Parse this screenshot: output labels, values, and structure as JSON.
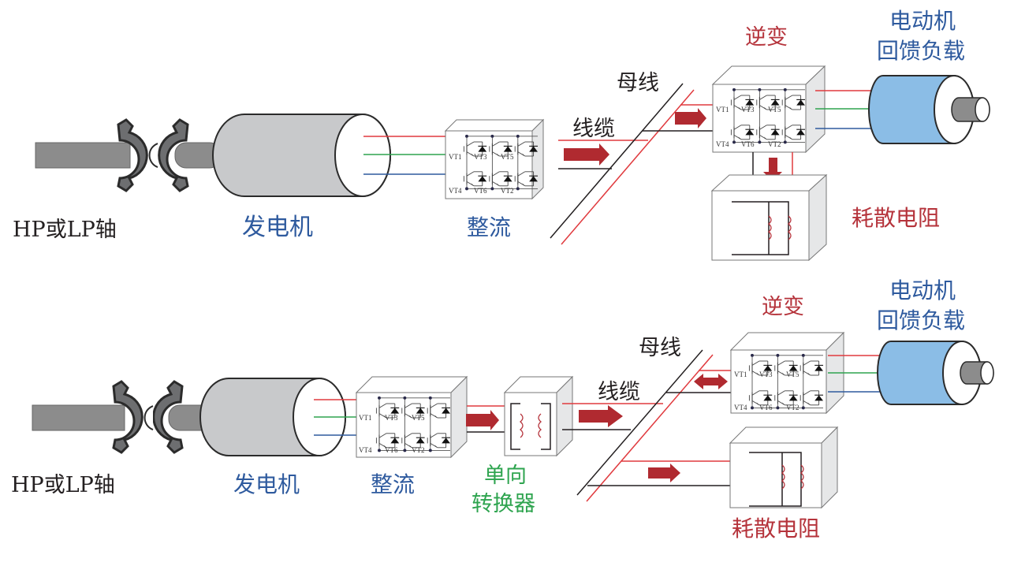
{
  "colors": {
    "phase_a": "#e03a3e",
    "phase_b": "#2ea44f",
    "phase_c": "#2e5a9e",
    "dc_pos": "#e03a3e",
    "dc_neg": "#231f20",
    "arrow": "#b02a30",
    "generator_body": "#c8c9cb",
    "motor_body": "#8bbde6",
    "shaft": "#8c8c8c",
    "gear": "#6d6e70",
    "label_black": "#231f20",
    "label_blue": "#2e5a9e",
    "label_red": "#b5333b",
    "label_green": "#2ea44f"
  },
  "icons": {
    "gear": "gear-coupling-icon",
    "generator": "cylinder-generator-icon",
    "motor": "cylinder-motor-icon",
    "rectifier": "igbt-bridge-icon",
    "inverter": "igbt-bridge-icon",
    "resistor": "coil-resistor-icon",
    "converter": "transformer-icon",
    "arrow": "power-flow-arrow-icon"
  },
  "switch_labels": [
    "VT1",
    "VT3",
    "VT5",
    "VT4",
    "VT6",
    "VT2"
  ],
  "top": {
    "shaft": "HP或LP轴",
    "generator": "发电机",
    "rectifier": "整流",
    "cable": "线缆",
    "busbar": "母线",
    "inverter": "逆变",
    "motor_line1": "电动机",
    "motor_line2": "回馈负载",
    "resistor": "耗散电阻"
  },
  "bottom": {
    "shaft": "HP或LP轴",
    "generator": "发电机",
    "rectifier": "整流",
    "converter_line1": "单向",
    "converter_line2": "转换器",
    "cable": "线缆",
    "busbar": "母线",
    "inverter": "逆变",
    "motor_line1": "电动机",
    "motor_line2": "回馈负载",
    "resistor": "耗散电阻"
  }
}
